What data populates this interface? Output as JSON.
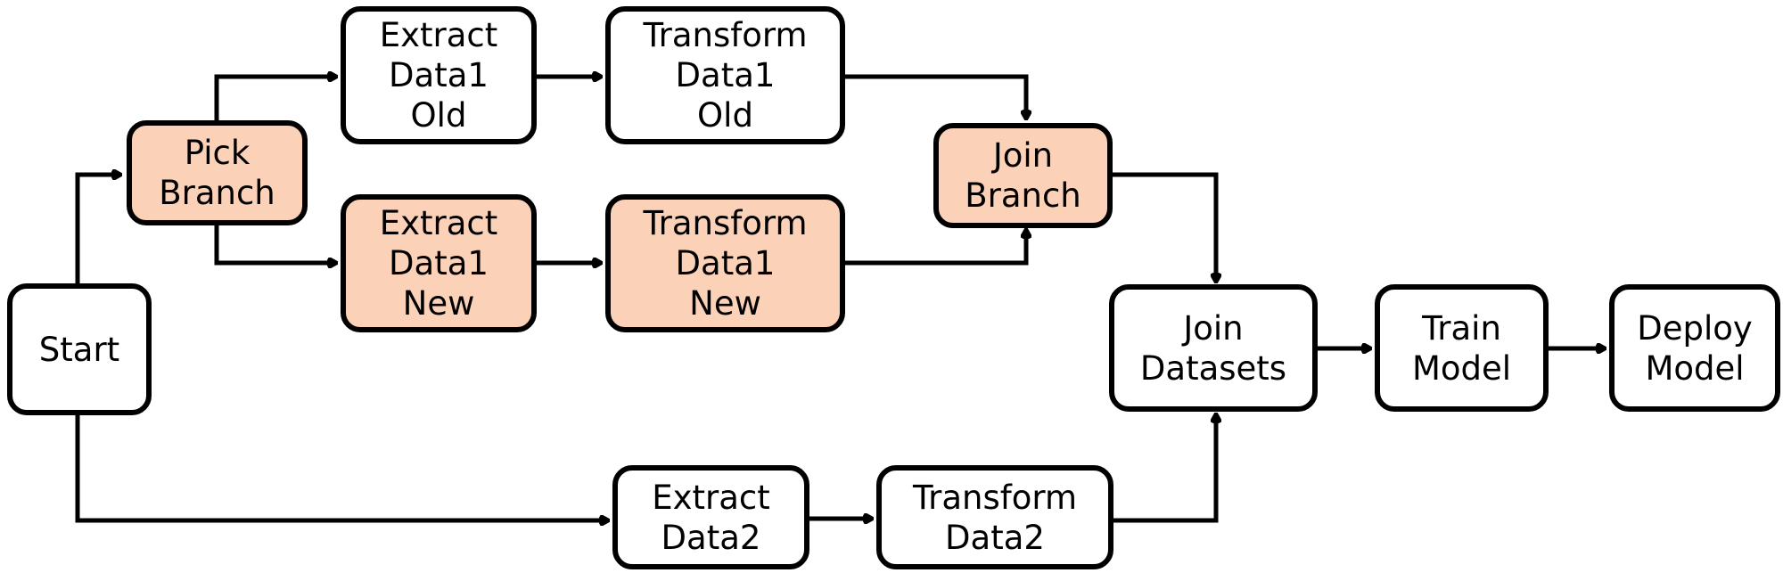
{
  "colors": {
    "highlight_fill": "#fbd1b7",
    "default_fill": "#ffffff",
    "stroke": "#000000"
  },
  "nodes": {
    "start": {
      "label": "Start",
      "highlighted": false
    },
    "pick_branch": {
      "label": "Pick\nBranch",
      "highlighted": true
    },
    "extract_data1_old": {
      "label": "Extract\nData1\nOld",
      "highlighted": false
    },
    "transform_data1_old": {
      "label": "Transform\nData1\nOld",
      "highlighted": false
    },
    "extract_data1_new": {
      "label": "Extract\nData1\nNew",
      "highlighted": true
    },
    "transform_data1_new": {
      "label": "Transform\nData1\nNew",
      "highlighted": true
    },
    "join_branch": {
      "label": "Join\nBranch",
      "highlighted": true
    },
    "join_datasets": {
      "label": "Join\nDatasets",
      "highlighted": false
    },
    "train_model": {
      "label": "Train\nModel",
      "highlighted": false
    },
    "deploy_model": {
      "label": "Deploy\nModel",
      "highlighted": false
    },
    "extract_data2": {
      "label": "Extract\nData2",
      "highlighted": false
    },
    "transform_data2": {
      "label": "Transform\nData2",
      "highlighted": false
    }
  },
  "edges": [
    {
      "from": "start",
      "to": "pick_branch"
    },
    {
      "from": "pick_branch",
      "to": "extract_data1_old"
    },
    {
      "from": "pick_branch",
      "to": "extract_data1_new"
    },
    {
      "from": "extract_data1_old",
      "to": "transform_data1_old"
    },
    {
      "from": "extract_data1_new",
      "to": "transform_data1_new"
    },
    {
      "from": "transform_data1_old",
      "to": "join_branch"
    },
    {
      "from": "transform_data1_new",
      "to": "join_branch"
    },
    {
      "from": "join_branch",
      "to": "join_datasets"
    },
    {
      "from": "start",
      "to": "extract_data2"
    },
    {
      "from": "extract_data2",
      "to": "transform_data2"
    },
    {
      "from": "transform_data2",
      "to": "join_datasets"
    },
    {
      "from": "join_datasets",
      "to": "train_model"
    },
    {
      "from": "train_model",
      "to": "deploy_model"
    }
  ]
}
